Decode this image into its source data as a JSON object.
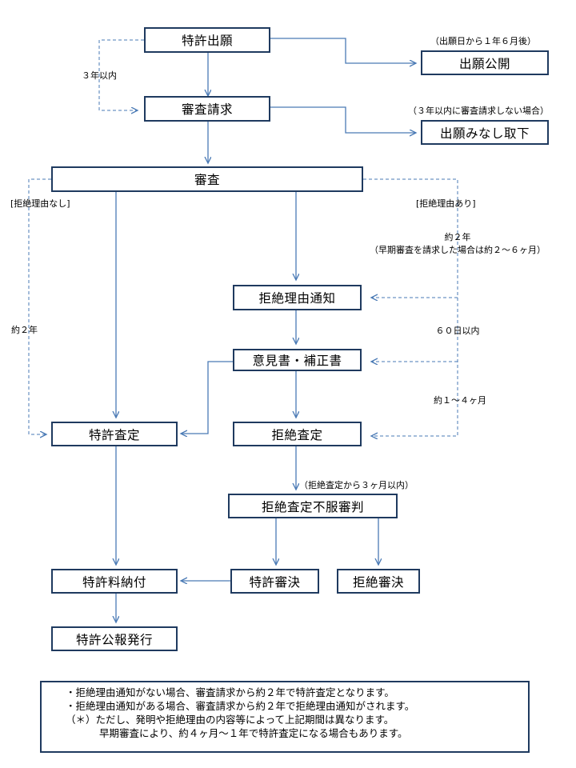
{
  "boxes": {
    "patent_application": "特許出願",
    "application_publication": "出願公開",
    "examination_request": "審査請求",
    "deemed_withdrawal": "出願みなし取下",
    "examination": "審査",
    "notice_of_reasons_for_refusal": "拒絶理由通知",
    "written_opinion_amendment": "意見書・補正書",
    "decision_to_grant": "特許査定",
    "decision_of_refusal": "拒絶査定",
    "appeal_against_refusal": "拒絶査定不服審判",
    "patent_fee_payment": "特許料納付",
    "trial_decision_grant": "特許審決",
    "trial_decision_refusal": "拒絶審決",
    "patent_gazette": "特許公報発行"
  },
  "labels": {
    "within_3_years": "３年以内",
    "publication_timing": "（出願日から１年６月後）",
    "no_request_within_3_years": "（３年以内に審査請求しない場合）",
    "no_reasons_for_refusal": "[拒絶理由なし]",
    "reasons_for_refusal_found": "[拒絶理由あり]",
    "about_2_years_right": "約２年",
    "accelerated_note": "（早期審査を請求した場合は約２～６ヶ月）",
    "about_2_years_left": "約２年",
    "within_60_days": "６０日以内",
    "about_1_to_4_months": "約１～４ヶ月",
    "within_3_months_from_refusal": "（拒絶査定から３ヶ月以内）"
  },
  "notes": [
    "・拒絶理由通知がない場合、審査請求から約２年で特許査定となります。",
    "・拒絶理由通知がある場合、審査請求から約２年で拒絶理由通知がされます。",
    "（＊）ただし、発明や拒絶理由の内容等によって上記期間は異なります。",
    "早期審査により、約４ヶ月～１年で特許査定になる場合もあります。"
  ],
  "colors": {
    "box_border": "#1f3a5f",
    "solid_arrow": "#4a7ab5",
    "dashed_arrow": "#4a7ab5"
  }
}
